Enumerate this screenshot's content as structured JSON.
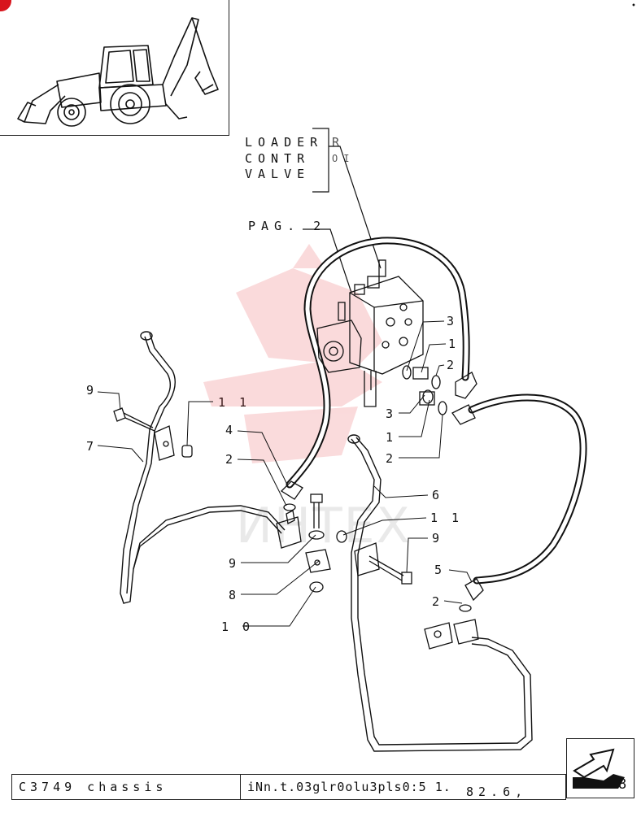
{
  "title_block": {
    "lines": [
      "LOADER",
      "CONTR",
      "VALVE"
    ],
    "clipped_chars": [
      "R",
      "OI",
      ""
    ],
    "page_ref": "PAG. 2"
  },
  "callouts": {
    "c9_left": "9",
    "c11_top": "1 1",
    "c7": "7",
    "c4": "4",
    "c2_left": "2",
    "c9_mid": "9",
    "c8": "8",
    "c10": "1 0",
    "c3_top": "3",
    "c1_top": "1",
    "c2_right": "2",
    "c3_mid": "3",
    "c1_mid": "1",
    "c2_mid": "2",
    "c6": "6",
    "c11_mid": "1 1",
    "c9_right": "9",
    "c5": "5",
    "c2_bottom": "2"
  },
  "footer": {
    "ref": "C3749 chassis",
    "code": "iNn.t.03glr0olu3pls0:5 1.",
    "num": "82.6,",
    "page": "8"
  },
  "watermark": "ИНТЕХ",
  "colors": {
    "ink": "#111111",
    "watermark_red": "#e6393f",
    "badge": "#d8141c"
  }
}
